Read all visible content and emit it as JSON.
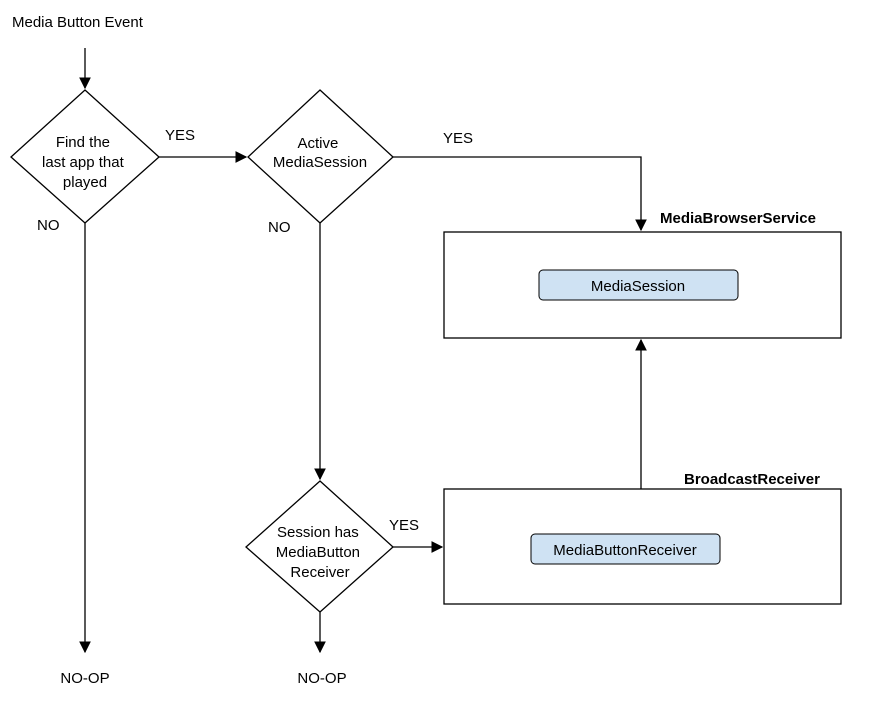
{
  "diagram": {
    "start_label": "Media Button Event",
    "decisions": {
      "find_last_app": [
        "Find the",
        "last app that",
        "played"
      ],
      "active_session": [
        "Active",
        "MediaSession"
      ],
      "session_has_receiver": [
        "Session  has",
        "MediaButton",
        "Receiver"
      ]
    },
    "edge_labels": {
      "yes1": "YES",
      "no1": "NO",
      "yes2": "YES",
      "no2": "NO",
      "yes3": "YES"
    },
    "containers": {
      "media_browser_service": {
        "title": "MediaBrowserService",
        "inner": "MediaSession"
      },
      "broadcast_receiver": {
        "title": "BroadcastReceiver",
        "inner": "MediaButtonReceiver"
      }
    },
    "terminals": {
      "noop1": "NO-OP",
      "noop2": "NO-OP"
    },
    "colors": {
      "pill_fill": "#cfe2f3",
      "stroke": "#000000"
    }
  }
}
